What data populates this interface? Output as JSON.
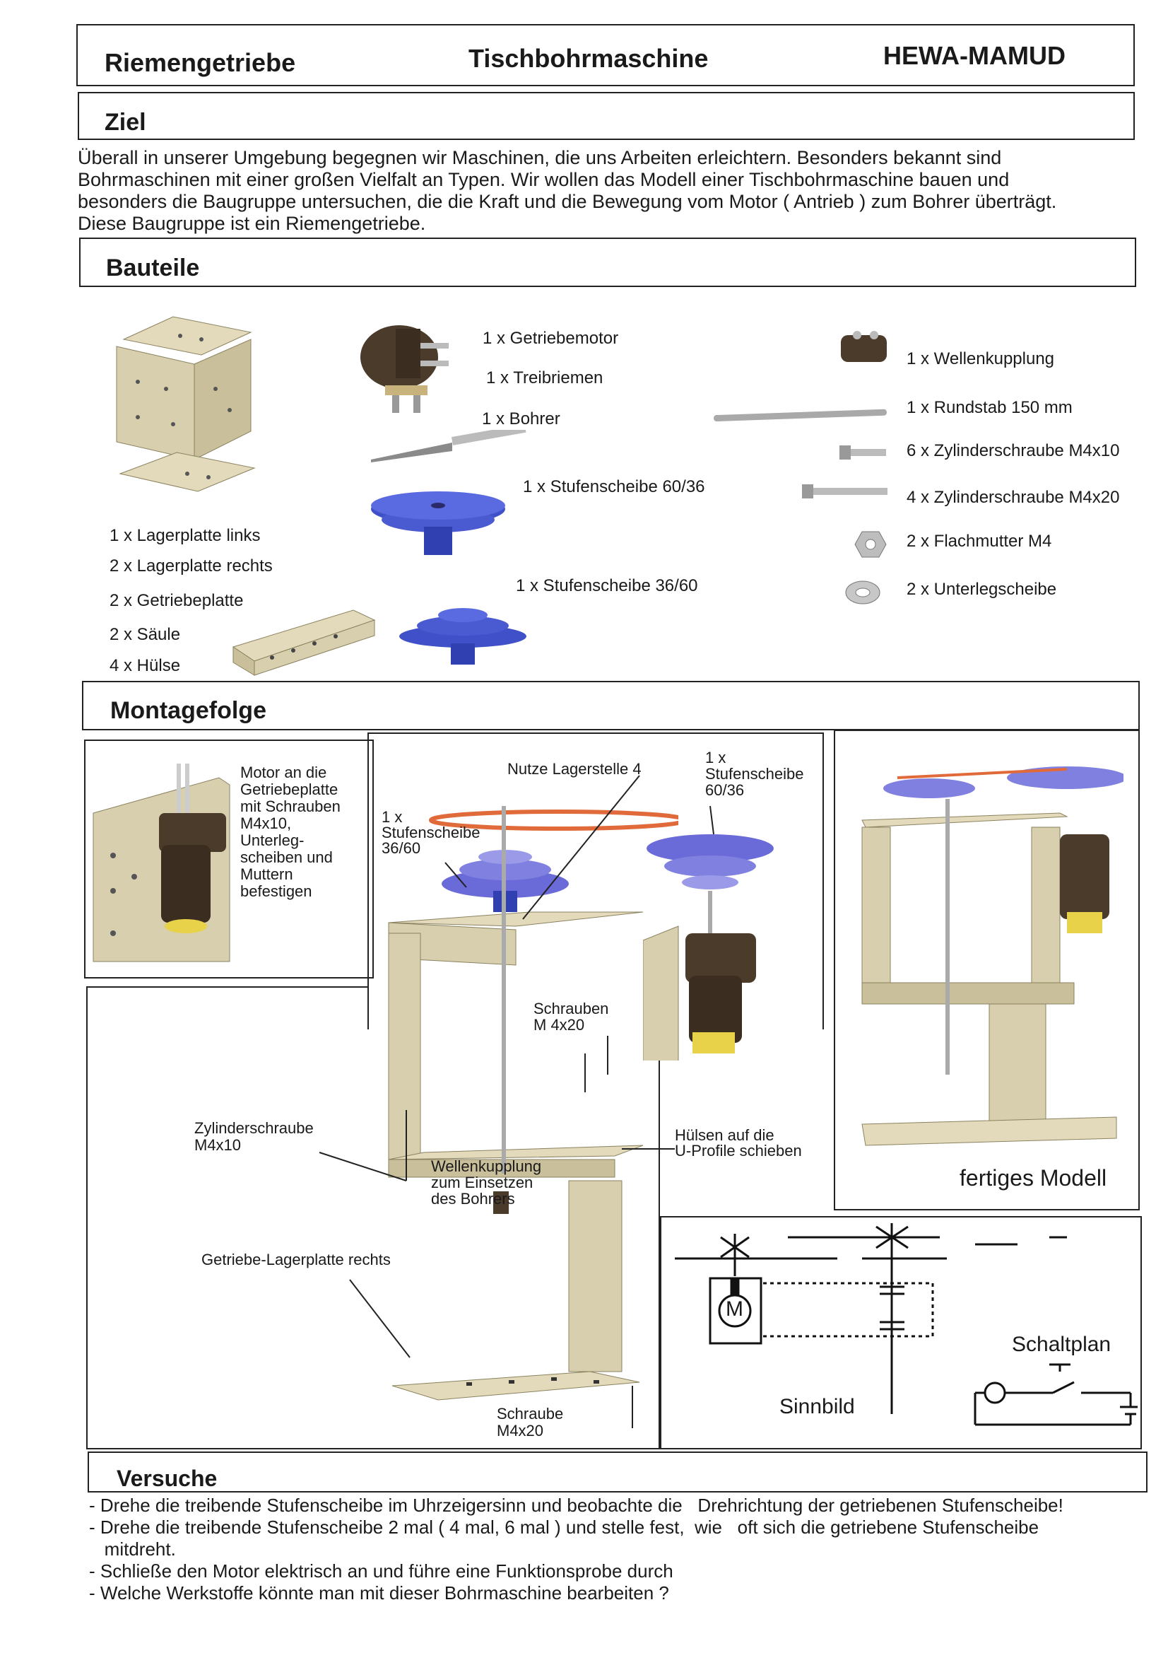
{
  "header": {
    "left": "Riemengetriebe",
    "center": "Tischbohrmaschine",
    "right": "HEWA-MAMUD"
  },
  "ziel": {
    "title": "Ziel",
    "lines": [
      "Überall in unserer Umgebung begegnen wir Maschinen, die uns Arbeiten erleichtern. Besonders bekannt sind",
      "Bohrmaschinen mit einer großen Vielfalt an Typen. Wir wollen das Modell einer Tischbohrmaschine bauen und",
      "besonders die Baugruppe untersuchen, die die Kraft und die Bewegung vom Motor ( Antrieb ) zum Bohrer überträgt.",
      "Diese Baugruppe ist ein Riemengetriebe."
    ]
  },
  "bauteile": {
    "title": "Bauteile",
    "left_parts": [
      "1 x Lagerplatte links",
      "2 x Lagerplatte rechts",
      "2 x Getriebeplatte",
      "2 x Säule",
      "4 x Hülse"
    ],
    "mid_parts": [
      "1 x Getriebemotor",
      "1 x Treibriemen",
      "1 x Bohrer",
      "1 x Stufenscheibe 60/36",
      "1 x Stufenscheibe 36/60"
    ],
    "right_parts": [
      "1 x Wellenkupplung",
      "1 x Rundstab 150 mm",
      "6 x Zylinderschraube M4x10",
      "4 x Zylinderschraube M4x20",
      "2 x Flachmutter M4",
      "2 x Unterlegscheibe"
    ]
  },
  "montage": {
    "title": "Montagefolge",
    "motor_text": [
      "Motor an die",
      "Getriebeplatte",
      "mit Schrauben",
      "M4x10,",
      "Unterleg-",
      "scheiben und",
      "Muttern",
      "befestigen"
    ],
    "nutze": "Nutze Lagerstelle 4",
    "stufe_a": [
      "1 x",
      "Stufenscheibe",
      "60/36"
    ],
    "stufe_b": [
      "1 x",
      "Stufenscheibe",
      "36/60"
    ],
    "schrauben": [
      "Schrauben",
      "M 4x20"
    ],
    "zylinder": [
      "Zylinderschraube",
      "M4x10"
    ],
    "wellen": [
      "Wellenkupplung",
      "zum Einsetzen",
      "des Bohrers"
    ],
    "huelsen": [
      "Hülsen auf die",
      "U-Profile schieben"
    ],
    "getriebe_lager": "Getriebe-Lagerplatte rechts",
    "schraube": [
      "Schraube",
      "M4x20"
    ],
    "fertig": "fertiges Modell",
    "schaltplan": "Schaltplan",
    "sinnbild": "Sinnbild",
    "motor_symbol": "M"
  },
  "versuche": {
    "title": "Versuche",
    "lines": [
      "- Drehe die treibende Stufenscheibe im Uhrzeigersinn und beobachte die   Drehrichtung der getriebenen Stufenscheibe!",
      "- Drehe die treibende Stufenscheibe 2 mal ( 4 mal, 6 mal ) und stelle fest,  wie   oft sich die getriebene Stufenscheibe",
      "   mitdreht.",
      "- Schließe den Motor elektrisch an und führe eine Funktionsprobe durch",
      "- Welche Werkstoffe könnte man mit dieser Bohrmaschine bearbeiten ?"
    ]
  },
  "colors": {
    "wood": "#d8cfae",
    "pulley": "#4a5ad0",
    "motor": "#4a3b2a",
    "belt": "#e06a3a"
  }
}
